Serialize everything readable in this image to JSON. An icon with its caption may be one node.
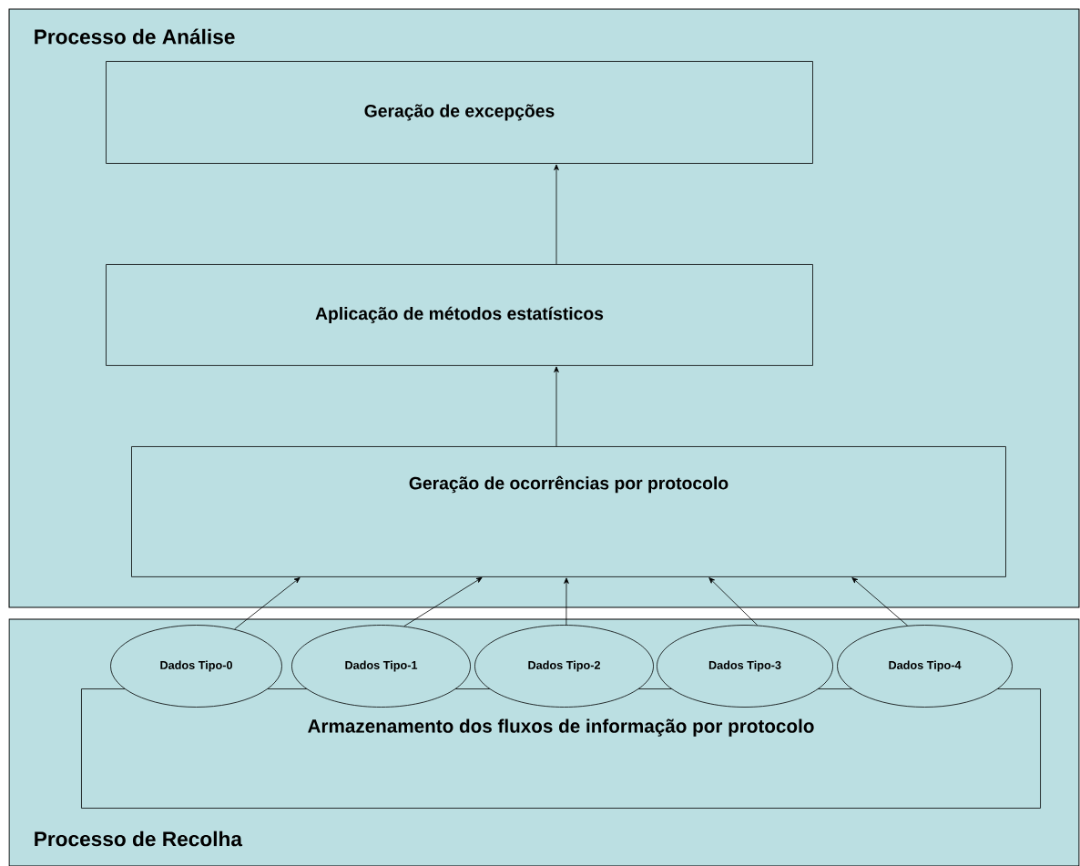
{
  "diagram": {
    "nodes": [
      {
        "text": [
          "Processo de Análise"
        ]
      },
      {
        "text": [
          "Geração de excepções"
        ],
        "in": 0
      },
      {
        "text": [
          "Aplicação de métodos estatísticos"
        ],
        "in": 0
      },
      {
        "text": [
          "Geração de ocorrências por protocolo"
        ],
        "in": 0
      },
      {
        "text": [
          "Processo de Recolha"
        ]
      },
      {
        "text": [
          "Armazenamento dos fluxos de informação por protocolo"
        ],
        "in": 4
      },
      {
        "text": [
          "Dados Tipo-0"
        ],
        "in": 4
      },
      {
        "text": [
          "Dados Tipo-1"
        ],
        "in": 4
      },
      {
        "text": [
          "Dados Tipo-2"
        ],
        "in": 4
      },
      {
        "text": [
          "Dados Tipo-3"
        ],
        "in": 4
      },
      {
        "text": [
          "Dados Tipo-4"
        ],
        "in": 4
      }
    ],
    "edges": [
      {
        "from": 3,
        "to": 2,
        "arrow": "to"
      },
      {
        "from": 2,
        "to": 1,
        "arrow": "to"
      },
      {
        "from": 6,
        "to": 3,
        "arrow": "to"
      },
      {
        "from": 7,
        "to": 3,
        "arrow": "to"
      },
      {
        "from": 8,
        "to": 3,
        "arrow": "to"
      },
      {
        "from": 9,
        "to": 3,
        "arrow": "to"
      },
      {
        "from": 10,
        "to": 3,
        "arrow": "to"
      }
    ]
  }
}
